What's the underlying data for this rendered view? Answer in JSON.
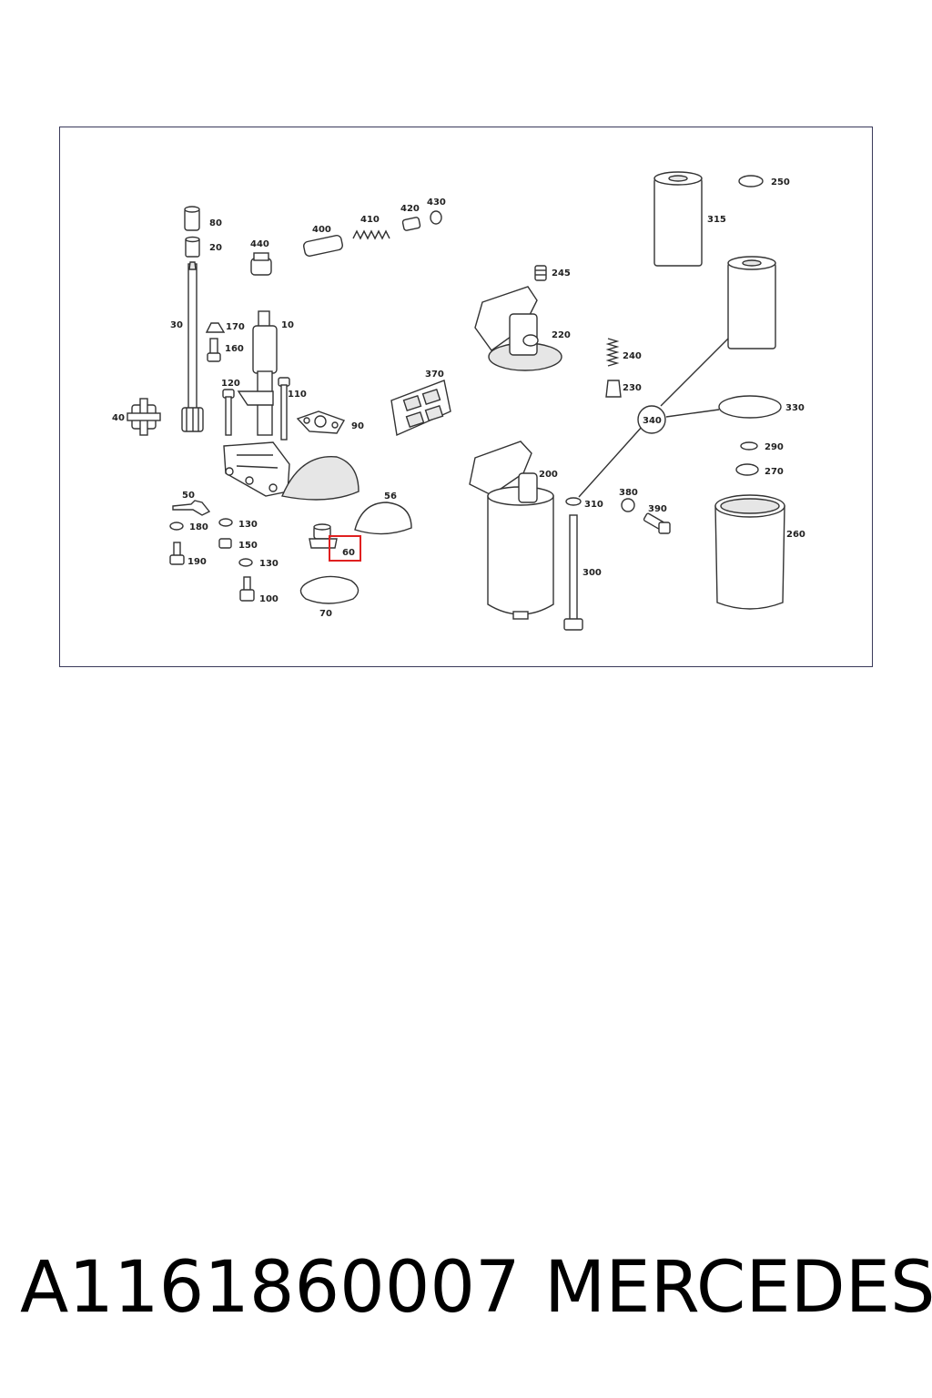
{
  "diagram": {
    "callouts": {
      "c80": "80",
      "c20": "20",
      "c440": "440",
      "c400": "400",
      "c410": "410",
      "c420": "420",
      "c430": "430",
      "c30": "30",
      "c170": "170",
      "c10": "10",
      "c160": "160",
      "c120": "120",
      "c110": "110",
      "c40": "40",
      "c90": "90",
      "c370": "370",
      "c50": "50",
      "c56": "56",
      "c180": "180",
      "c130a": "130",
      "c150": "150",
      "c130b": "130",
      "c190": "190",
      "c100": "100",
      "c70": "70",
      "c60": "60",
      "c250": "250",
      "c315": "315",
      "c245": "245",
      "c220": "220",
      "c240": "240",
      "c230": "230",
      "c340": "340",
      "c330": "330",
      "c290": "290",
      "c270": "270",
      "c200": "200",
      "c310": "310",
      "c380": "380",
      "c390": "390",
      "c260": "260",
      "c300": "300"
    },
    "highlighted_callout": "60",
    "highlight_color": "#e02020"
  },
  "caption": {
    "part_number": "A1161860007",
    "brand": "MERCEDES"
  }
}
